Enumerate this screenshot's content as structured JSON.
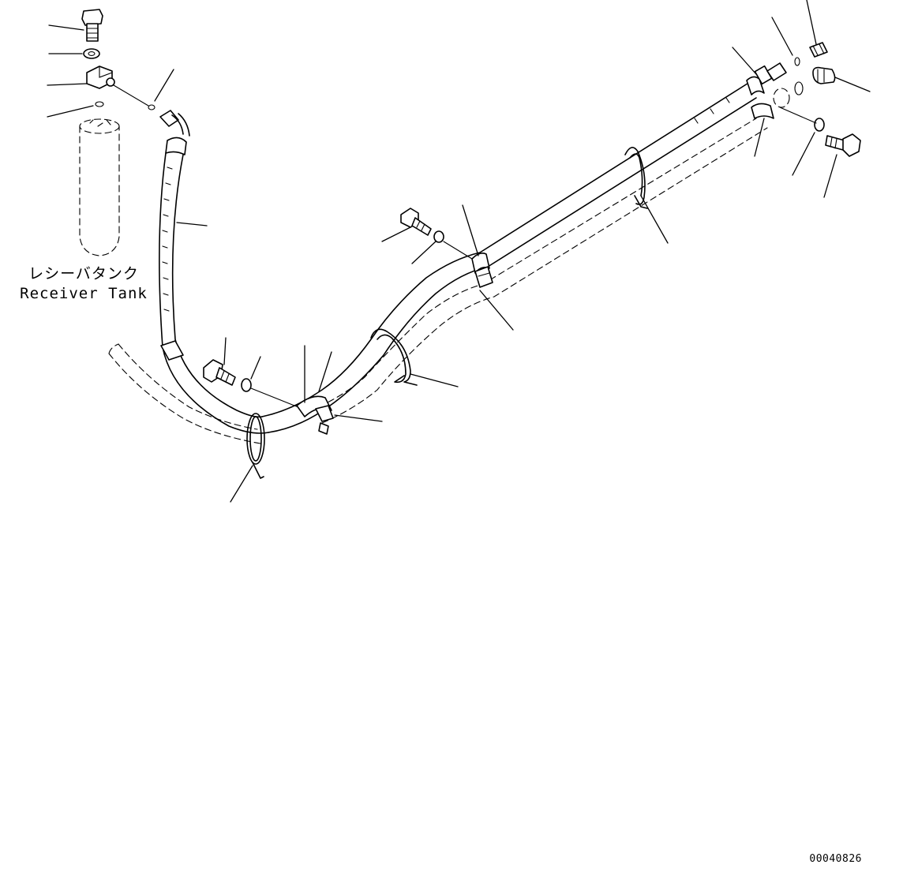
{
  "receiver_tank": {
    "label_jp": "レシーバタンク",
    "label_en": "Receiver Tank"
  },
  "drawing_code": "00040826"
}
